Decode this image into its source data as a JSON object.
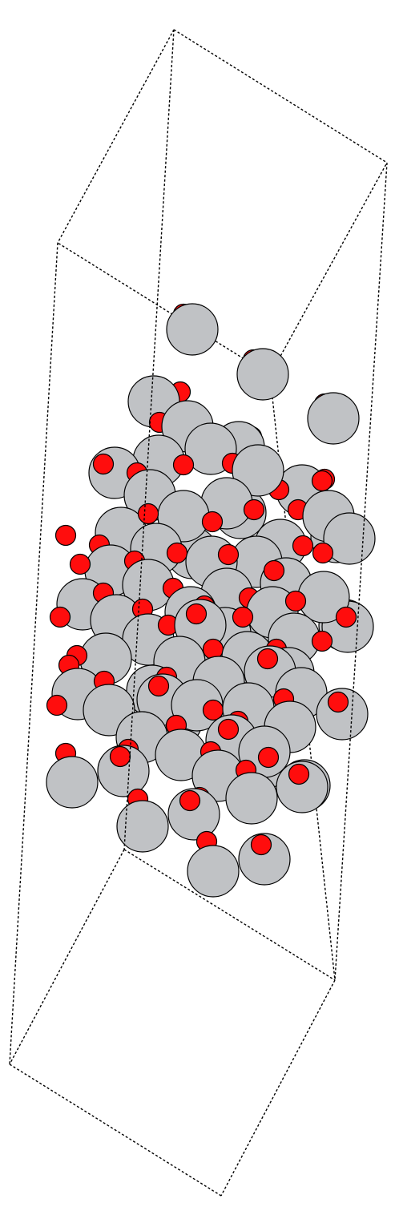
{
  "scene": {
    "type": "atomistic-structure",
    "background_color": "#ffffff",
    "unit_cell": {
      "style": "dashed",
      "color": "#000000"
    },
    "species": [
      {
        "id": "large",
        "color": "#c0c2c5"
      },
      {
        "id": "small",
        "color": "#ff0d0d"
      }
    ]
  }
}
